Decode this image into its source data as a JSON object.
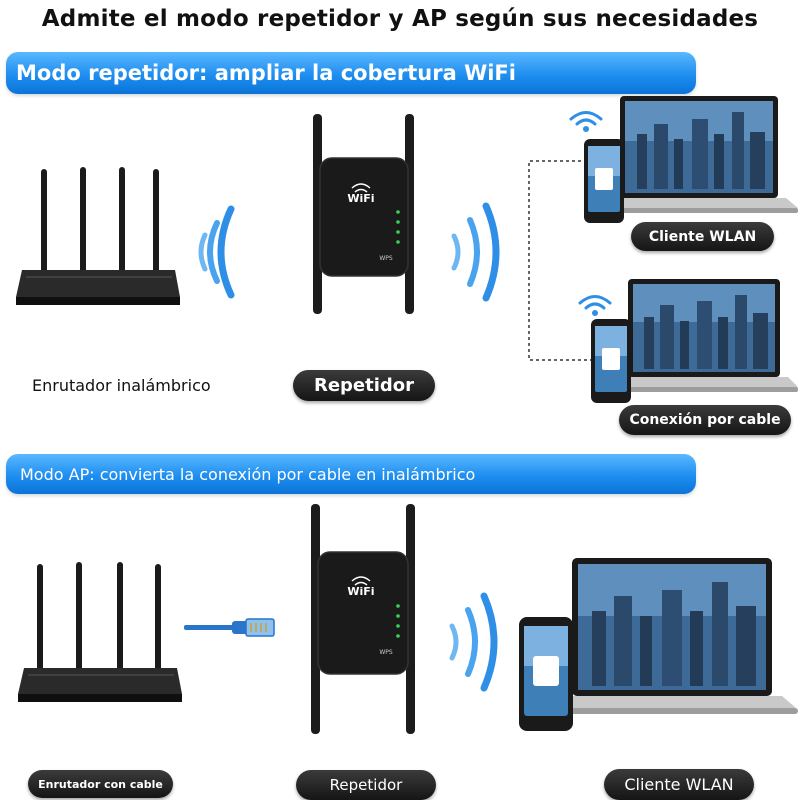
{
  "title": "Admite el modo repetidor y AP según sus necesidades",
  "repeater_mode": {
    "banner": "Modo repetidor: ampliar la cobertura WiFi",
    "router_label": "Enrutador inalámbrico",
    "repeater_label": "Repetidor",
    "client_top_label": "Cliente WLAN",
    "client_bottom_label": "Conexión por cable"
  },
  "ap_mode": {
    "banner": "Modo AP: convierta la conexión por cable en inalámbrico",
    "router_label": "Enrutador con cable",
    "repeater_label": "Repetidor",
    "client_label": "Cliente WLAN"
  },
  "device": {
    "logo_text": "WiFi",
    "wps_label": "WPS"
  },
  "colors": {
    "banner_blue": "#1e8ef0",
    "wave_blue": "#2f8fe6",
    "device_black": "#1a1a1a",
    "led_green": "#39d353",
    "cable_blue": "#2a74c9"
  },
  "icons": [
    "router-icon",
    "repeater-icon",
    "wifi-waves-icon",
    "laptop-icon",
    "phone-icon",
    "ethernet-cable-icon",
    "wifi-signal-icon"
  ]
}
